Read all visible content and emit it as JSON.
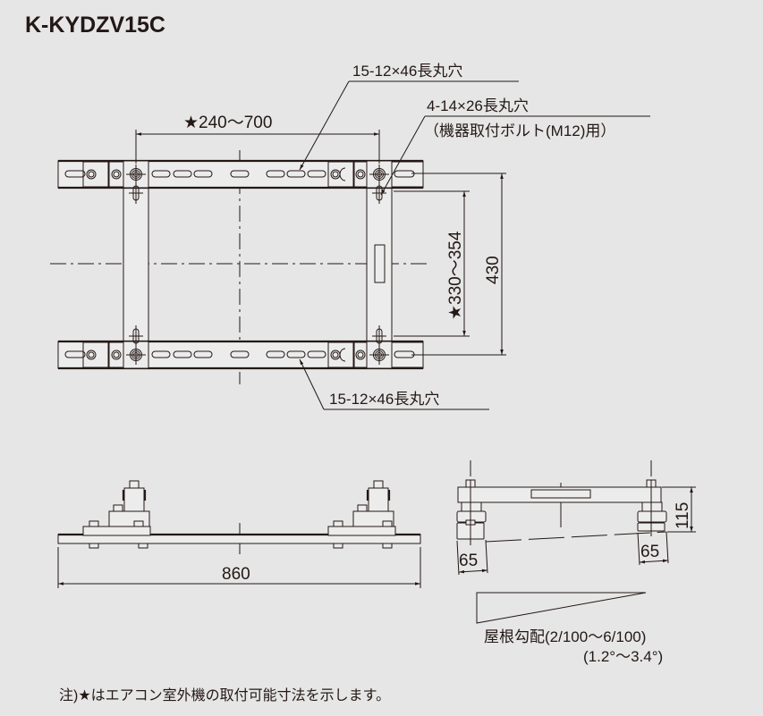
{
  "title": "K-KYDZV15C",
  "plan_view": {
    "callout_top_slots": "15-12×46長丸穴",
    "callout_bolt_holes_line1": "4-14×26長丸穴",
    "callout_bolt_holes_line2": "（機器取付ボルト(M12)用）",
    "dim_width_range": "★240～700",
    "dim_depth_range": "★330～354",
    "dim_depth_total": "430",
    "callout_bottom_slots": "15-12×46長丸穴"
  },
  "front_view": {
    "dim_length": "860"
  },
  "side_view": {
    "dim_height": "115",
    "dim_foot_left": "65",
    "dim_foot_right": "65"
  },
  "roof_slope": {
    "label_line1": "屋根勾配(2/100～6/100)",
    "label_line2": "(1.2°～3.4°)"
  },
  "footnote": "注)★はエアコン室外機の取付可能寸法を示します。",
  "colors": {
    "background": "#e6e6e6",
    "line": "#231815"
  }
}
